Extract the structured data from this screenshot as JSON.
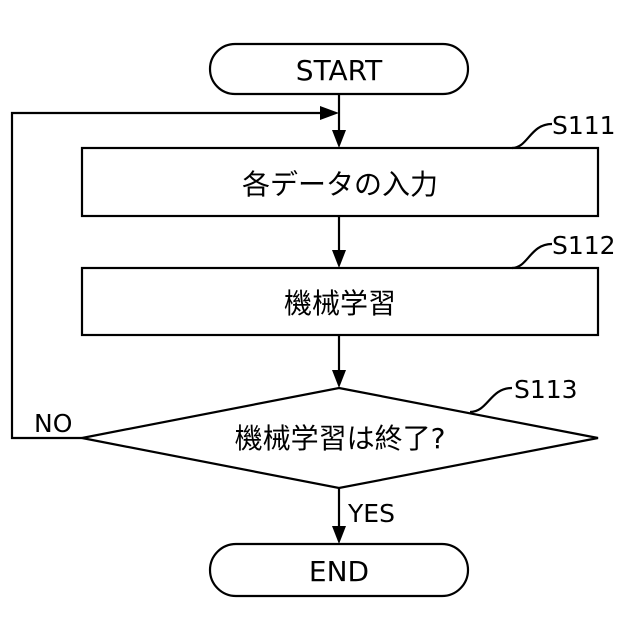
{
  "nodes": {
    "start": "START",
    "s111": "各データの入力",
    "s112": "機械学習",
    "s113": "機械学習は終了?",
    "end": "END"
  },
  "step_labels": {
    "s111": "S111",
    "s112": "S112",
    "s113": "S113"
  },
  "branches": {
    "no": "NO",
    "yes": "YES"
  }
}
